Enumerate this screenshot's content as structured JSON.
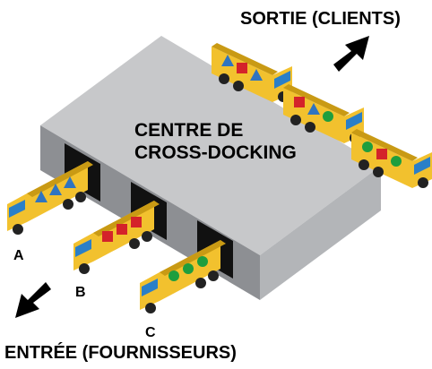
{
  "building": {
    "title_line1": "CENTRE DE",
    "title_line2": "CROSS-DOCKING",
    "wall_front_color": "#8d8f93",
    "wall_side_color": "#b3b5b8",
    "roof_color": "#c7c8ca",
    "door_color": "#111111"
  },
  "labels": {
    "exit": "SORTIE (CLIENTS)",
    "entrance": "ENTRÉE (FOURNISSEURS)",
    "dock_a": "A",
    "dock_b": "B",
    "dock_c": "C"
  },
  "colors": {
    "truck_body": "#f2c12e",
    "truck_shadow": "#c99a14",
    "cab_window": "#2a7fc8",
    "triangle": "#2f74c0",
    "square": "#d4232a",
    "circle": "#1e9e3e",
    "wheel": "#222222",
    "text": "#000000"
  },
  "icons": {
    "exit_arrow": "arrow-up-right-icon",
    "entrance_arrow": "arrow-down-left-icon"
  },
  "trucks": {
    "inbound": [
      {
        "dock": "A",
        "cargo": [
          "triangle",
          "triangle",
          "triangle"
        ]
      },
      {
        "dock": "B",
        "cargo": [
          "square",
          "square",
          "square"
        ]
      },
      {
        "dock": "C",
        "cargo": [
          "circle",
          "circle",
          "circle"
        ]
      }
    ],
    "outbound": [
      {
        "cargo": [
          "triangle",
          "square",
          "triangle"
        ]
      },
      {
        "cargo": [
          "square",
          "triangle",
          "circle"
        ]
      },
      {
        "cargo": [
          "circle",
          "square",
          "circle"
        ]
      }
    ]
  }
}
